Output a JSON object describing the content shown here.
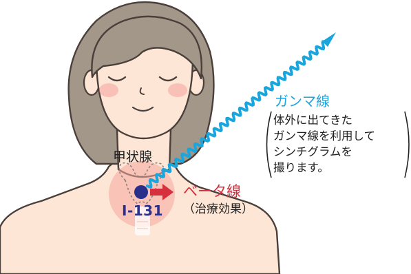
{
  "colors": {
    "gamma": "#1aa6dd",
    "beta": "#d6303f",
    "iodine_dot": "#2a2f8c",
    "isotope_text": "#2a2f8c",
    "hair": "#a3978a",
    "skin": "#fde6d6",
    "outline": "#4a3f3a",
    "thyroid_glow": "#f6a79e"
  },
  "labels": {
    "thyroid": "甲状腺",
    "isotope": "I-131",
    "beta_ray": "ベータ線",
    "beta_effect": "（治療効果）",
    "gamma_ray": "ガンマ線",
    "gamma_description": [
      "体外に出てきた",
      "ガンマ線を利用して",
      "シンチグラムを",
      "撮ります。"
    ]
  }
}
